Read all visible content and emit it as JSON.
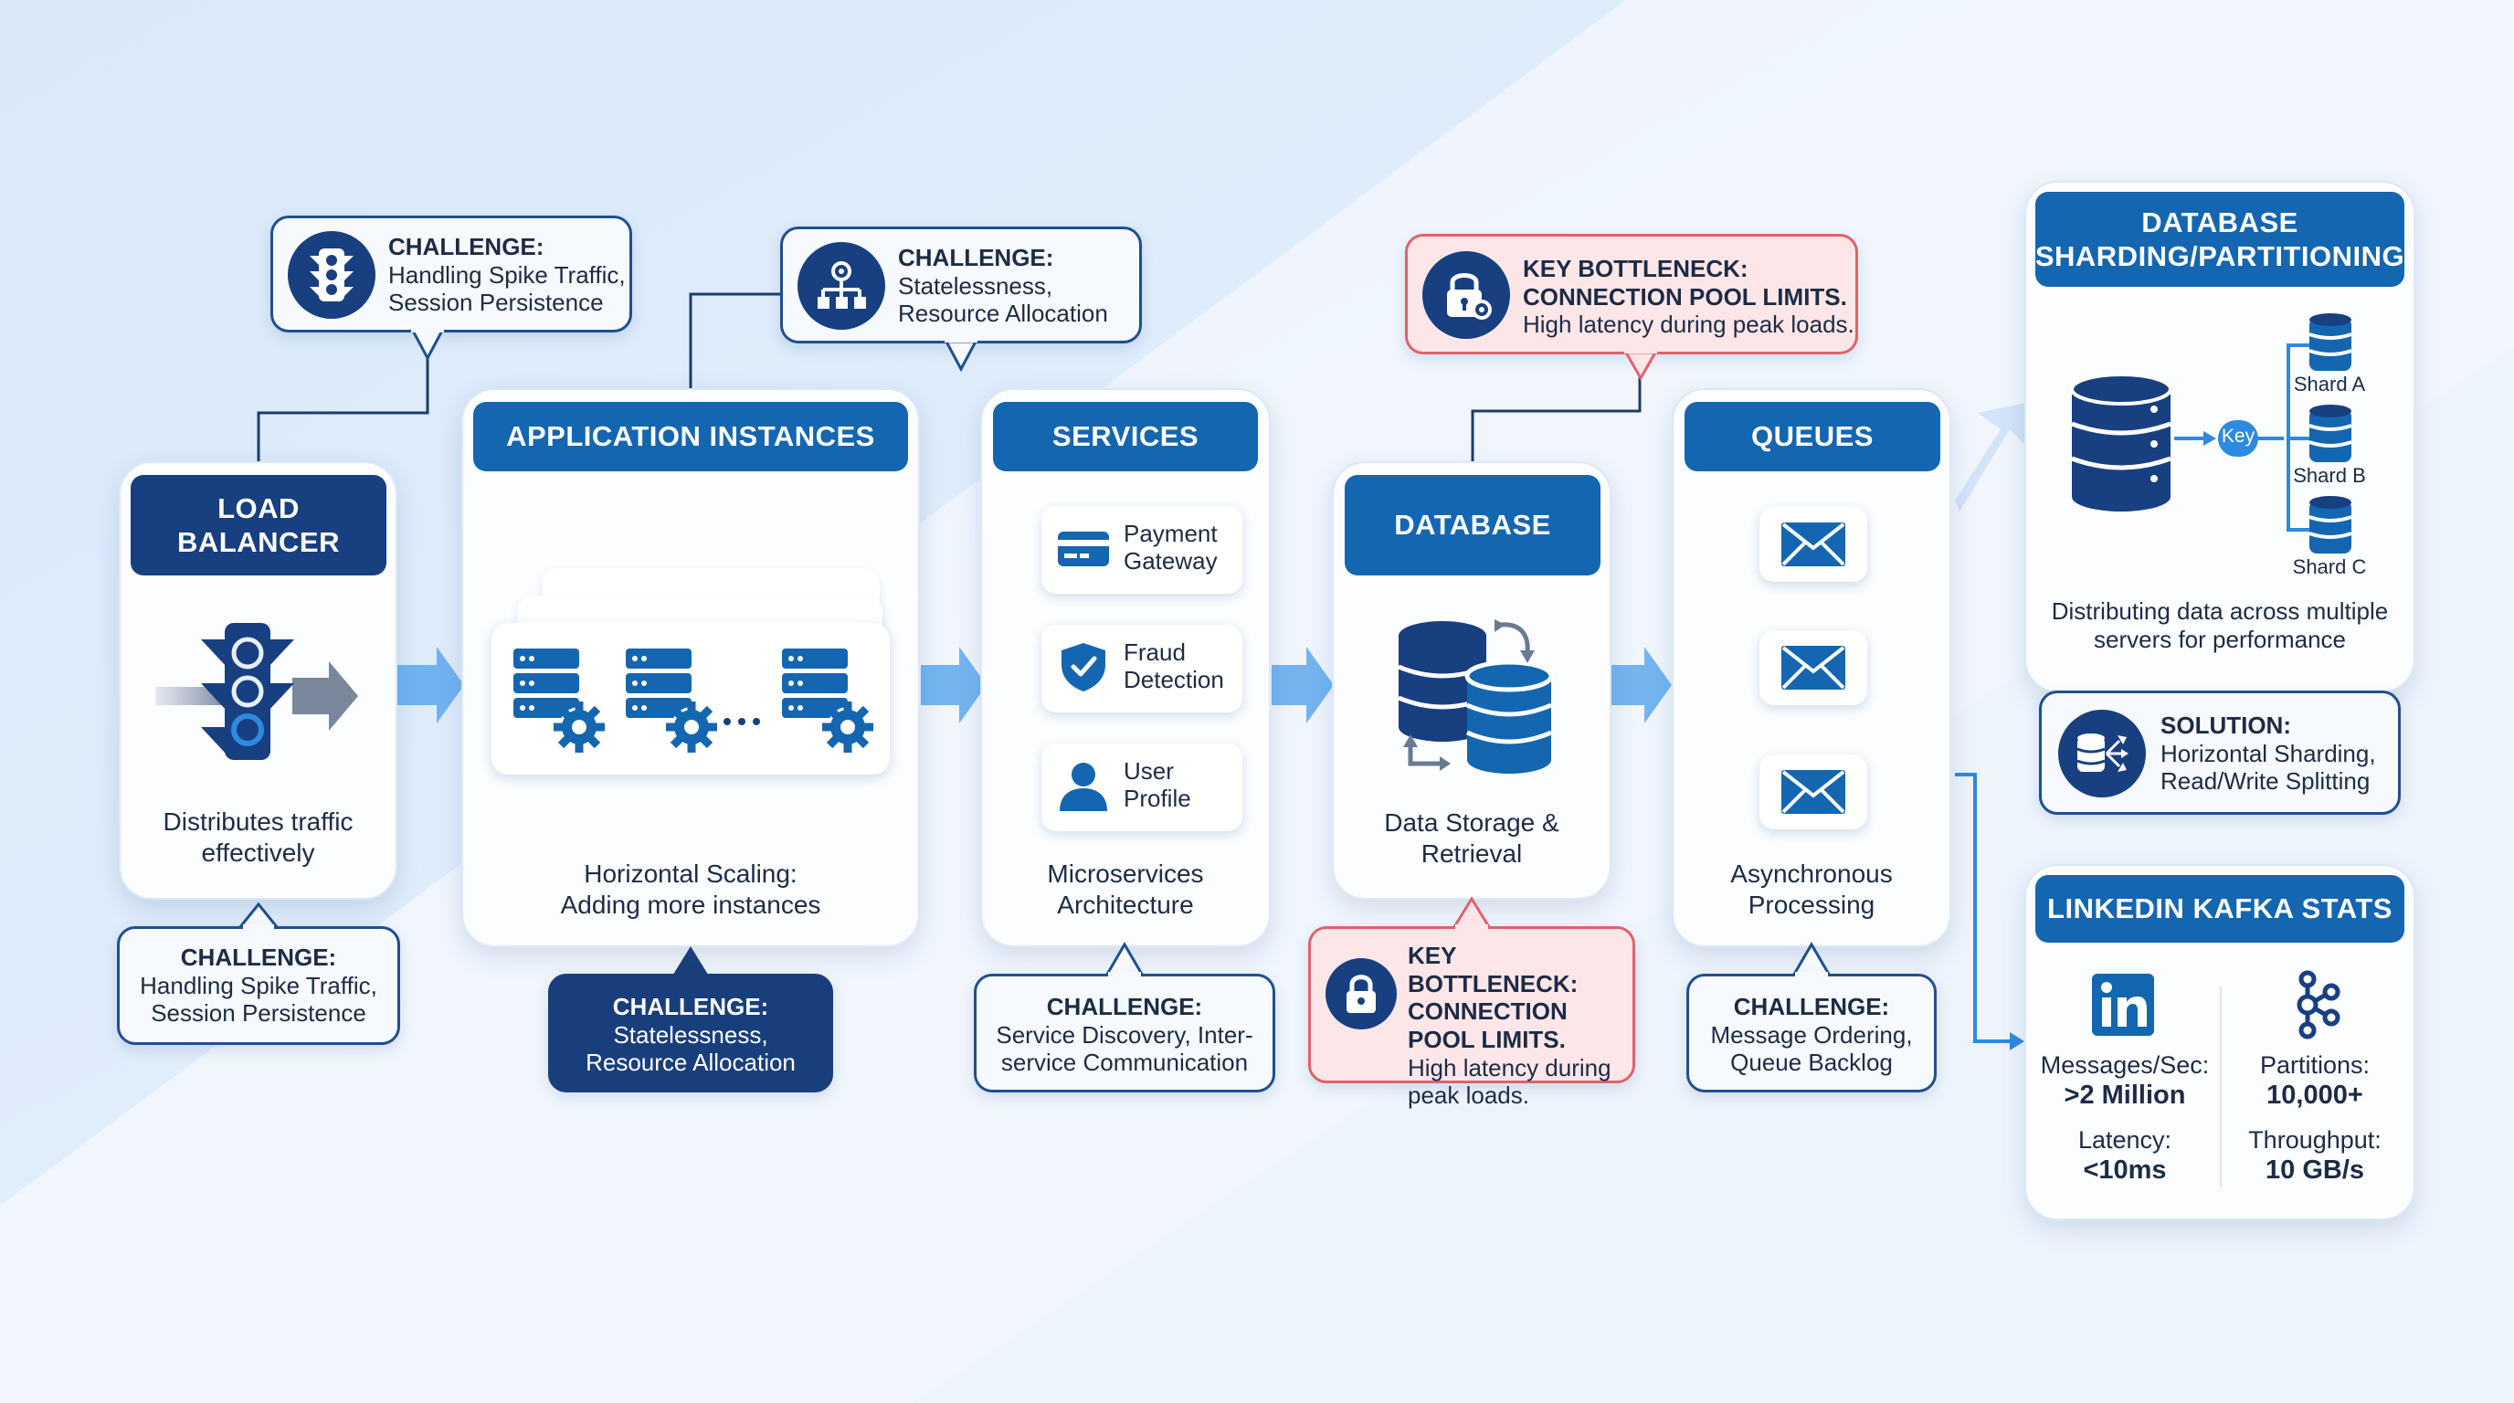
{
  "load_balancer": {
    "title": "LOAD BALANCER",
    "desc_1": "Distributes traffic",
    "desc_2": "effectively",
    "challenge_top": {
      "title": "CHALLENGE:",
      "line_1": "Handling Spike Traffic,",
      "line_2": "Session Persistence"
    },
    "challenge_bottom": {
      "title": "CHALLENGE:",
      "line_1": "Handling Spike Traffic,",
      "line_2": "Session Persistence"
    }
  },
  "app_instances": {
    "title": "APPLICATION INSTANCES",
    "desc_1": "Horizontal Scaling:",
    "desc_2": "Adding more instances",
    "ellipsis": "···",
    "challenge_top": {
      "title": "CHALLENGE:",
      "line_1": "Statelessness,",
      "line_2": "Resource Allocation"
    },
    "challenge_bottom": {
      "title": "CHALLENGE:",
      "line_1": "Statelessness,",
      "line_2": "Resource Allocation"
    }
  },
  "services": {
    "title": "SERVICES",
    "items": [
      {
        "line_1": "Payment",
        "line_2": "Gateway",
        "icon": "credit-card-icon"
      },
      {
        "line_1": "Fraud",
        "line_2": "Detection",
        "icon": "shield-check-icon"
      },
      {
        "line_1": "User",
        "line_2": "Profile",
        "icon": "user-icon"
      }
    ],
    "desc_1": "Microservices",
    "desc_2": "Architecture",
    "challenge": {
      "title": "CHALLENGE:",
      "line_1": "Service Discovery, Inter-",
      "line_2": "service Communication"
    }
  },
  "database": {
    "title": "DATABASE",
    "desc_1": "Data Storage &",
    "desc_2": "Retrieval",
    "bottleneck_top": {
      "title_1": "KEY BOTTLENECK:",
      "title_2": "CONNECTION POOL LIMITS.",
      "text": "High latency during peak loads."
    },
    "bottleneck_bottom": {
      "title_1": "KEY BOTTLENECK:",
      "title_2": "CONNECTION",
      "title_3": "POOL LIMITS.",
      "text_1": "High latency during",
      "text_2": "peak loads."
    }
  },
  "queues": {
    "title": "QUEUES",
    "desc_1": "Asynchronous",
    "desc_2": "Processing",
    "challenge": {
      "title": "CHALLENGE:",
      "line_1": "Message Ordering,",
      "line_2": "Queue Backlog"
    }
  },
  "sharding": {
    "title_1": "DATABASE",
    "title_2": "SHARDING/PARTITIONING",
    "key_label": "Key",
    "shards": [
      "Shard A",
      "Shard B",
      "Shard C"
    ],
    "desc_1": "Distributing data across multiple",
    "desc_2": "servers for performance",
    "solution": {
      "title": "SOLUTION:",
      "line_1": "Horizontal Sharding,",
      "line_2": "Read/Write Splitting"
    }
  },
  "kafka": {
    "title": "LINKEDIN KAFKA STATS",
    "messages_label": "Messages/Sec:",
    "messages_value": ">2 Million",
    "partitions_label": "Partitions:",
    "partitions_value": "10,000+",
    "latency_label": "Latency:",
    "latency_value": "<10ms",
    "throughput_label": "Throughput:",
    "throughput_value": "10 GB/s"
  },
  "colors": {
    "navy": "#183f80",
    "blue": "#1466b0",
    "accent": "#2d8ae0",
    "alert_red": "#e0626c",
    "alert_fill": "#fde6e8"
  }
}
